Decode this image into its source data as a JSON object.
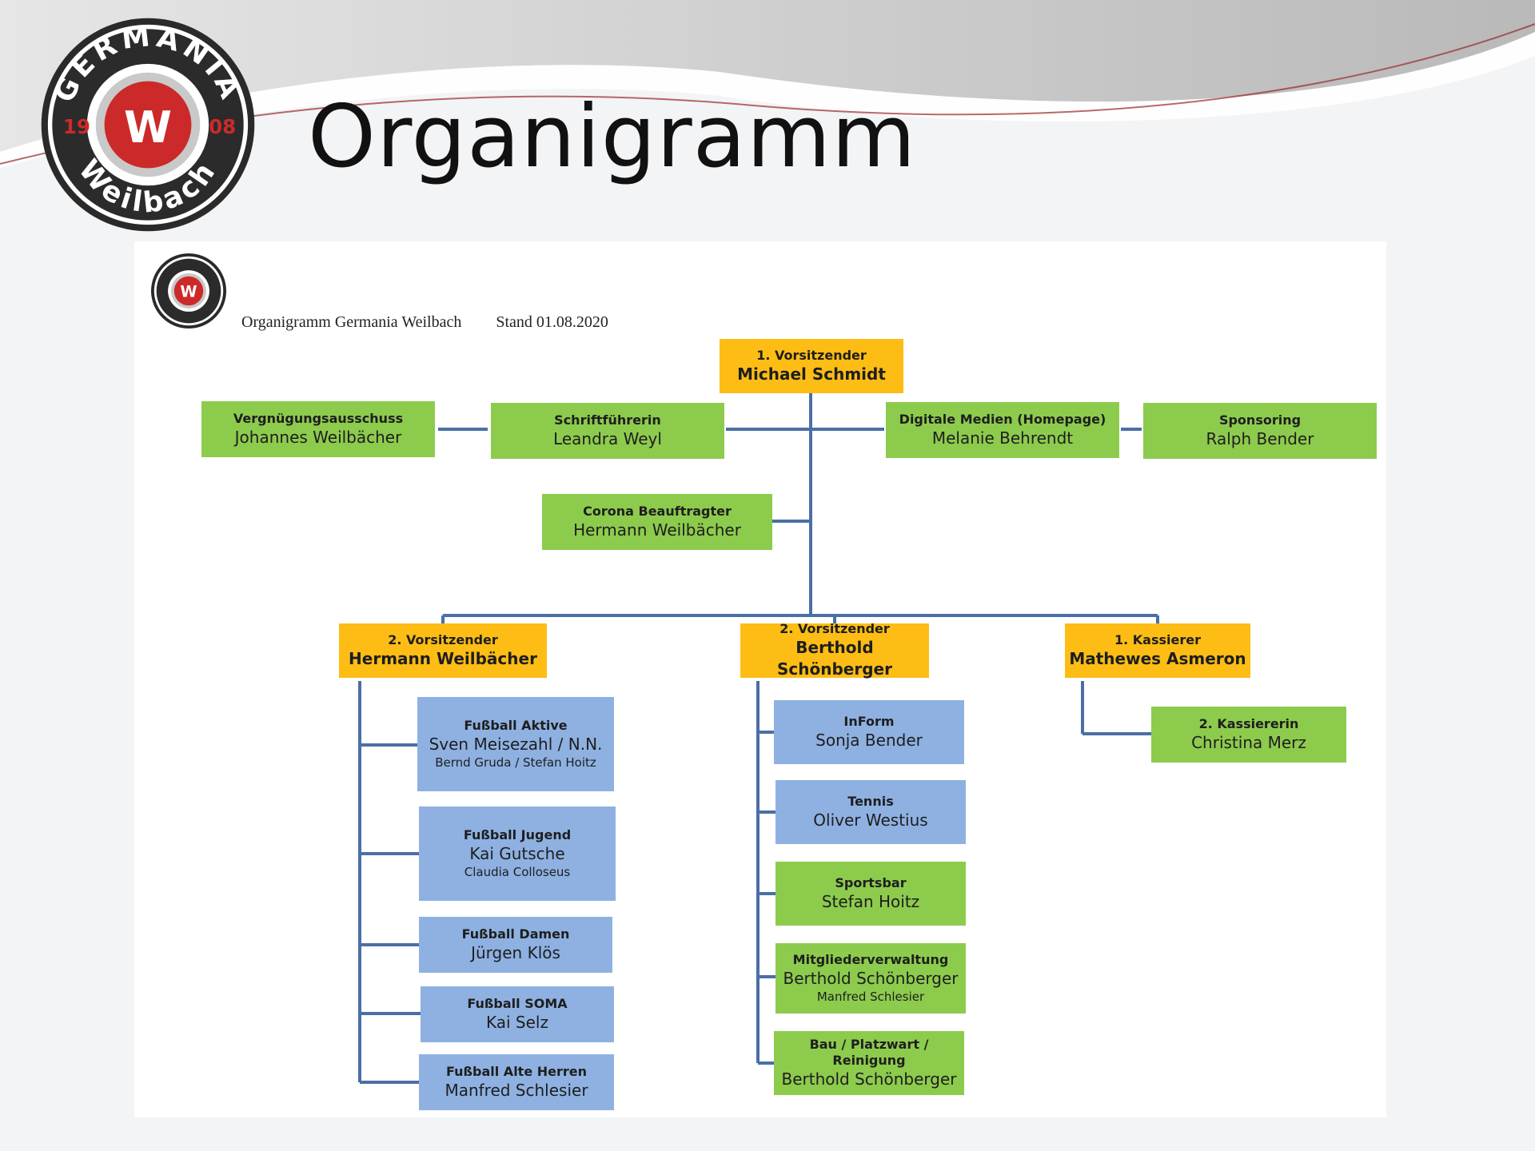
{
  "slide": {
    "title": "Organigramm",
    "logo": {
      "icon": "germania-weilbach-club-crest",
      "text_top": "GERMANIA",
      "text_bottom": "Weilbach",
      "year_left": "19",
      "year_right": "08"
    }
  },
  "chart_header": {
    "title": "Organigramm Germania Weilbach",
    "stand": "Stand 01.08.2020"
  },
  "colors": {
    "board": "#fdbd14",
    "staff": "#8dcb4d",
    "sport": "#8eb1e2",
    "connector": "#4a6fa5"
  },
  "org": {
    "chair": {
      "role": "1. Vorsitzender",
      "name": "Michael Schmidt"
    },
    "staff_row": [
      {
        "role": "Vergnügungsausschuss",
        "name": "Johannes Weilbächer"
      },
      {
        "role": "Schriftführerin",
        "name": "Leandra Weyl"
      },
      {
        "role": "Digitale Medien (Homepage)",
        "name": "Melanie Behrendt"
      },
      {
        "role": "Sponsoring",
        "name": "Ralph Bender"
      }
    ],
    "corona": {
      "role": "Corona Beauftragter",
      "name": "Hermann Weilbächer"
    },
    "vice1": {
      "role": "2. Vorsitzender",
      "name": "Hermann Weilbächer",
      "departments": [
        {
          "role": "Fußball Aktive",
          "name": "Sven Meisezahl  / N.N.",
          "sub": "Bernd Gruda / Stefan Hoitz"
        },
        {
          "role": "Fußball Jugend",
          "name": "Kai Gutsche",
          "sub": "Claudia Colloseus"
        },
        {
          "role": "Fußball Damen",
          "name": "Jürgen Klös"
        },
        {
          "role": "Fußball SOMA",
          "name": "Kai Selz"
        },
        {
          "role": "Fußball Alte Herren",
          "name": "Manfred Schlesier"
        }
      ]
    },
    "vice2": {
      "role": "2. Vorsitzender",
      "name": "Berthold Schönberger",
      "departments": [
        {
          "role": "InForm",
          "name": "Sonja Bender"
        },
        {
          "role": "Tennis",
          "name": "Oliver Westius"
        },
        {
          "role": "Sportsbar",
          "name": "Stefan Hoitz"
        },
        {
          "role": "Mitgliederverwaltung",
          "name": "Berthold Schönberger",
          "sub": "Manfred Schlesier"
        },
        {
          "role": "Bau / Platzwart / Reinigung",
          "name": "Berthold Schönberger"
        }
      ]
    },
    "treasurer": {
      "role": "1. Kassierer",
      "name": "Mathewes Asmeron",
      "deputy": {
        "role": "2. Kassiererin",
        "name": "Christina Merz"
      }
    }
  }
}
